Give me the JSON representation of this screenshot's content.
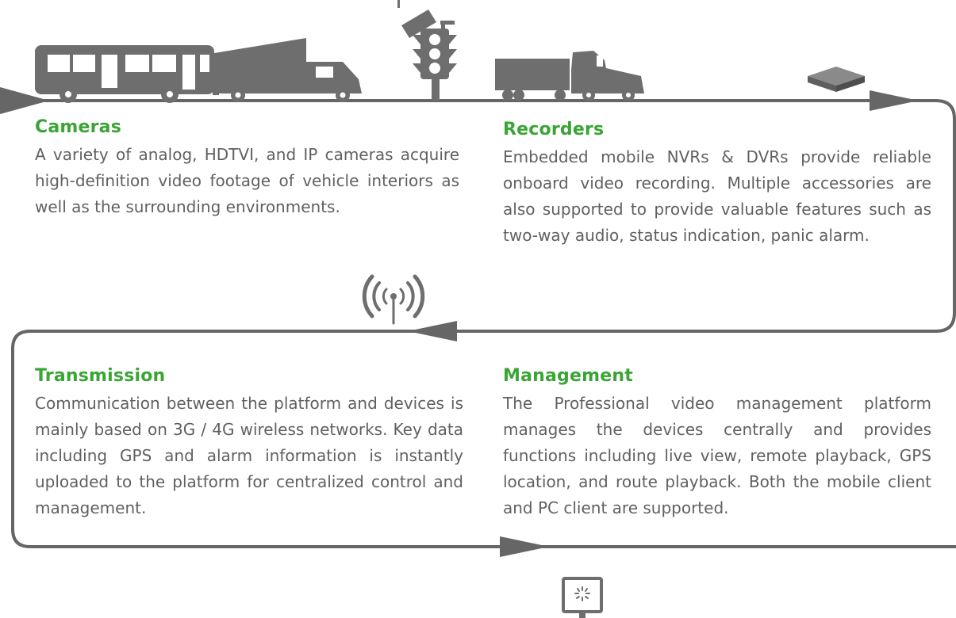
{
  "colors": {
    "accent_green": "#3aa535",
    "line_gray": "#666666",
    "icon_gray": "#6e6e6e",
    "text_gray": "#606060"
  },
  "icons": [
    "bus-icon",
    "box-truck-icon",
    "traffic-camera-icon",
    "semi-truck-icon",
    "recorder-device-icon",
    "wireless-antenna-icon",
    "monitor-loading-icon"
  ],
  "sections": {
    "cameras": {
      "title": "Cameras",
      "text": "A variety of analog, HDTVI, and IP cameras acquire high-definition video footage of vehicle interiors as well as the surrounding environments."
    },
    "recorders": {
      "title": "Recorders",
      "text": "Embedded mobile NVRs & DVRs provide reliable onboard video recording. Multiple accessories are also supported to provide valuable features such as two-way audio, status indication, panic alarm."
    },
    "transmission": {
      "title": "Transmission",
      "text": "Communication between the platform and devices is mainly based on 3G / 4G wireless networks. Key data including GPS and alarm information is instantly uploaded to the platform for centralized control and management."
    },
    "management": {
      "title": "Management",
      "text": "The Professional video management platform manages the devices centrally and provides functions including live view, remote playback, GPS location, and route playback. Both the mobile client and PC client are supported."
    }
  }
}
